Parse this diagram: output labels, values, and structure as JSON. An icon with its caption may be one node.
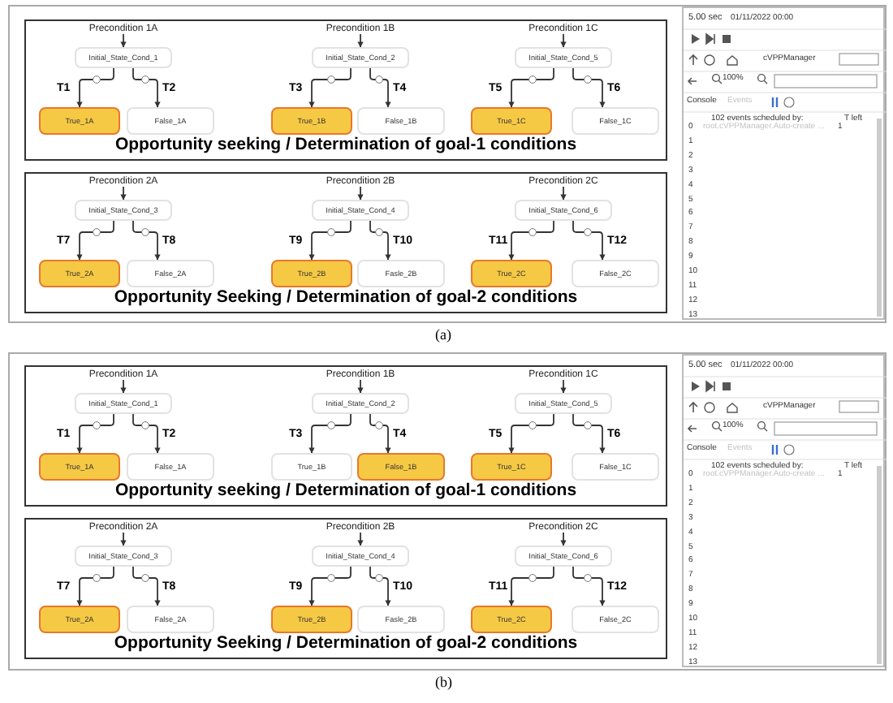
{
  "diagram": {
    "nodes": [
      {
        "text": [
          "Opportunity seeking / Determination of goal-1 conditions"
        ]
      },
      {
        "text": [
          "Precondition 1A"
        ],
        "in": 0
      },
      {
        "text": [
          "Initial_State_Cond_1"
        ],
        "in": 0
      },
      {
        "text": [
          "True_1A"
        ],
        "in": 0
      },
      {
        "text": [
          "False_1A"
        ],
        "in": 0
      },
      {
        "text": [
          "Precondition 1B"
        ],
        "in": 0
      },
      {
        "text": [
          "Initial_State_Cond_2"
        ],
        "in": 0
      },
      {
        "text": [
          "True_1B"
        ],
        "in": 0
      },
      {
        "text": [
          "False_1B"
        ],
        "in": 0
      },
      {
        "text": [
          "Precondition 1C"
        ],
        "in": 0
      },
      {
        "text": [
          "Initial_State_Cond_5"
        ],
        "in": 0
      },
      {
        "text": [
          "True_1C"
        ],
        "in": 0
      },
      {
        "text": [
          "False_1C"
        ],
        "in": 0
      },
      {
        "text": [
          "Opportunity Seeking / Determination of goal-2 conditions"
        ]
      },
      {
        "text": [
          "Precondition 2A"
        ],
        "in": 13
      },
      {
        "text": [
          "Initial_State_Cond_3"
        ],
        "in": 13
      },
      {
        "text": [
          "True_2A"
        ],
        "in": 13
      },
      {
        "text": [
          "False_2A"
        ],
        "in": 13
      },
      {
        "text": [
          "Precondition 2B"
        ],
        "in": 13
      },
      {
        "text": [
          "Initial_State_Cond_4"
        ],
        "in": 13
      },
      {
        "text": [
          "True_2B"
        ],
        "in": 13
      },
      {
        "text": [
          "Fasle_2B"
        ],
        "in": 13
      },
      {
        "text": [
          "Precondition 2C"
        ],
        "in": 13
      },
      {
        "text": [
          "Initial_State_Cond_6"
        ],
        "in": 13
      },
      {
        "text": [
          "True_2C"
        ],
        "in": 13
      },
      {
        "text": [
          "False_2C"
        ],
        "in": 13
      },
      {
        "text": [
          "Opportunity seeking / Determination of goal-1 conditions"
        ]
      },
      {
        "text": [
          "Precondition 1A"
        ],
        "in": 26
      },
      {
        "text": [
          "Initial_State_Cond_1"
        ],
        "in": 26
      },
      {
        "text": [
          "True_1A"
        ],
        "in": 26
      },
      {
        "text": [
          "False_1A"
        ],
        "in": 26
      },
      {
        "text": [
          "Precondition 1B"
        ],
        "in": 26
      },
      {
        "text": [
          "Initial_State_Cond_2"
        ],
        "in": 26
      },
      {
        "text": [
          "True_1B"
        ],
        "in": 26
      },
      {
        "text": [
          "False_1B"
        ],
        "in": 26
      },
      {
        "text": [
          "Precondition 1C"
        ],
        "in": 26
      },
      {
        "text": [
          "Initial_State_Cond_5"
        ],
        "in": 26
      },
      {
        "text": [
          "True_1C"
        ],
        "in": 26
      },
      {
        "text": [
          "False_1C"
        ],
        "in": 26
      },
      {
        "text": [
          "Opportunity Seeking / Determination of goal-2 conditions"
        ]
      },
      {
        "text": [
          "Precondition 2A"
        ],
        "in": 39
      },
      {
        "text": [
          "Initial_State_Cond_3"
        ],
        "in": 39
      },
      {
        "text": [
          "True_2A"
        ],
        "in": 39
      },
      {
        "text": [
          "False_2A"
        ],
        "in": 39
      },
      {
        "text": [
          "Precondition 2B"
        ],
        "in": 39
      },
      {
        "text": [
          "Initial_State_Cond_4"
        ],
        "in": 39
      },
      {
        "text": [
          "True_2B"
        ],
        "in": 39
      },
      {
        "text": [
          "Fasle_2B"
        ],
        "in": 39
      },
      {
        "text": [
          "Precondition 2C"
        ],
        "in": 39
      },
      {
        "text": [
          "Initial_State_Cond_6"
        ],
        "in": 39
      },
      {
        "text": [
          "True_2C"
        ],
        "in": 39
      },
      {
        "text": [
          "False_2C"
        ],
        "in": 39
      }
    ],
    "edges": [
      {
        "from": 1,
        "to": 2,
        "arrow": "to"
      },
      {
        "from": 2,
        "to": 3,
        "label": "T1",
        "arrow": "to"
      },
      {
        "from": 2,
        "to": 4,
        "label": "T2",
        "arrow": "to"
      },
      {
        "from": 5,
        "to": 6,
        "arrow": "to"
      },
      {
        "from": 6,
        "to": 7,
        "label": "T3",
        "arrow": "to"
      },
      {
        "from": 6,
        "to": 8,
        "label": "T4",
        "arrow": "to"
      },
      {
        "from": 9,
        "to": 10,
        "arrow": "to"
      },
      {
        "from": 10,
        "to": 11,
        "label": "T5",
        "arrow": "to"
      },
      {
        "from": 10,
        "to": 12,
        "label": "T6",
        "arrow": "to"
      },
      {
        "from": 14,
        "to": 15,
        "arrow": "to"
      },
      {
        "from": 15,
        "to": 16,
        "label": "T7",
        "arrow": "to"
      },
      {
        "from": 15,
        "to": 17,
        "label": "T8",
        "arrow": "to"
      },
      {
        "from": 18,
        "to": 19,
        "arrow": "to"
      },
      {
        "from": 19,
        "to": 20,
        "label": "T9",
        "arrow": "to"
      },
      {
        "from": 19,
        "to": 21,
        "label": "T10",
        "arrow": "to"
      },
      {
        "from": 22,
        "to": 23,
        "arrow": "to"
      },
      {
        "from": 23,
        "to": 24,
        "label": "T11",
        "arrow": "to"
      },
      {
        "from": 23,
        "to": 25,
        "label": "T12",
        "arrow": "to"
      },
      {
        "from": 27,
        "to": 28,
        "arrow": "to"
      },
      {
        "from": 28,
        "to": 29,
        "label": "T1",
        "arrow": "to"
      },
      {
        "from": 28,
        "to": 30,
        "label": "T2",
        "arrow": "to"
      },
      {
        "from": 31,
        "to": 32,
        "arrow": "to"
      },
      {
        "from": 32,
        "to": 33,
        "label": "T3",
        "arrow": "to"
      },
      {
        "from": 32,
        "to": 34,
        "label": "T4",
        "arrow": "to"
      },
      {
        "from": 35,
        "to": 36,
        "arrow": "to"
      },
      {
        "from": 36,
        "to": 37,
        "label": "T5",
        "arrow": "to"
      },
      {
        "from": 36,
        "to": 38,
        "label": "T6",
        "arrow": "to"
      },
      {
        "from": 40,
        "to": 41,
        "arrow": "to"
      },
      {
        "from": 41,
        "to": 42,
        "label": "T7",
        "arrow": "to"
      },
      {
        "from": 41,
        "to": 43,
        "label": "T8",
        "arrow": "to"
      },
      {
        "from": 44,
        "to": 45,
        "arrow": "to"
      },
      {
        "from": 45,
        "to": 46,
        "label": "T9",
        "arrow": "to"
      },
      {
        "from": 45,
        "to": 47,
        "label": "T10",
        "arrow": "to"
      },
      {
        "from": 48,
        "to": 49,
        "arrow": "to"
      },
      {
        "from": 49,
        "to": 50,
        "label": "T11",
        "arrow": "to"
      },
      {
        "from": 49,
        "to": 51,
        "label": "T12",
        "arrow": "to"
      }
    ],
    "labels": [
      "5.00 sec",
      "01/11/2022 00:00",
      "cVPPManager",
      "100%",
      "Console",
      "Events",
      "102 events scheduled by:",
      "T left",
      "0",
      "root.cVPPManager.Auto-create ...",
      "1",
      "1",
      "2",
      "3",
      "4",
      "5",
      "6",
      "7",
      "8",
      "9",
      "10",
      "11",
      "12",
      "13",
      "(a)",
      "5.00 sec",
      "01/11/2022 00:00",
      "cVPPManager",
      "100%",
      "Console",
      "Events",
      "102 events scheduled by:",
      "T left",
      "0",
      "root.cVPPManager.Auto-create ...",
      "1",
      "1",
      "2",
      "3",
      "4",
      "5",
      "6",
      "7",
      "8",
      "9",
      "10",
      "11",
      "12",
      "13",
      "(b)"
    ]
  }
}
